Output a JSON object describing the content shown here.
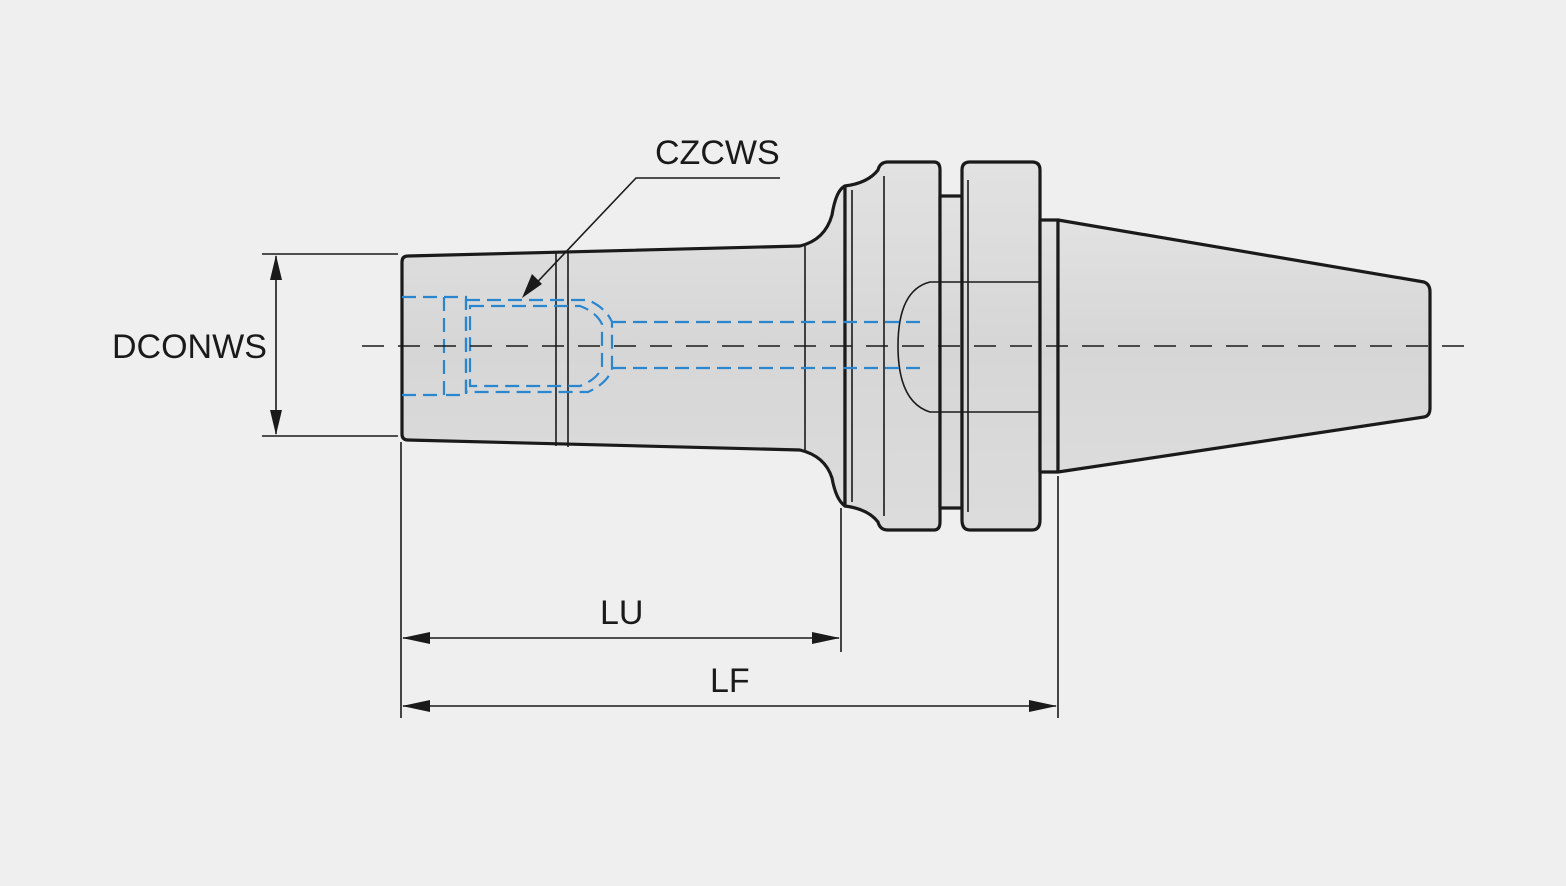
{
  "labels": {
    "dconws": "DCONWS",
    "czcws": "CZCWS",
    "lu": "LU",
    "lf": "LF"
  },
  "colors": {
    "background": "#efefef",
    "body_fill": "#d9d9d9",
    "outline": "#1a1a1a",
    "hidden_line": "#2a86cf"
  }
}
